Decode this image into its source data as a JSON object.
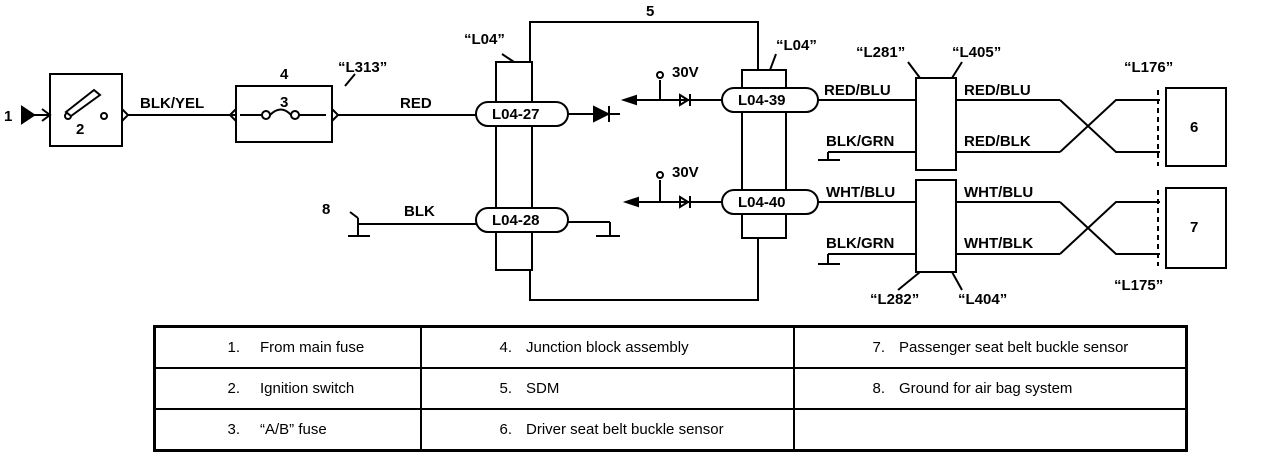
{
  "callouts": {
    "n1": "1",
    "n2": "2",
    "n3": "3",
    "n4": "4",
    "n5": "5",
    "n6": "6",
    "n7": "7",
    "n8": "8"
  },
  "wires": {
    "blk_yel": "BLK/YEL",
    "red": "RED",
    "blk": "BLK",
    "red_blu_left": "RED/BLU",
    "blk_grn_top": "BLK/GRN",
    "wht_blu_left": "WHT/BLU",
    "blk_grn_bottom": "BLK/GRN",
    "red_blu_right": "RED/BLU",
    "red_blk": "RED/BLK",
    "wht_blu_right": "WHT/BLU",
    "wht_blk": "WHT/BLK"
  },
  "connectors": {
    "l313": "“L313”",
    "l04_left": "“L04”",
    "l04_right": "“L04”",
    "l281": "“L281”",
    "l405": "“L405”",
    "l176": "“L176”",
    "l282": "“L282”",
    "l404": "“L404”",
    "l175": "“L175”",
    "l04_27": "L04-27",
    "l04_28": "L04-28",
    "l04_39": "L04-39",
    "l04_40": "L04-40"
  },
  "voltages": {
    "top": "30V",
    "bottom": "30V"
  },
  "legend": {
    "rows": [
      [
        {
          "num": "1.",
          "text": "From main fuse"
        },
        {
          "num": "4.",
          "text": "Junction block assembly"
        },
        {
          "num": "7.",
          "text": "Passenger seat belt buckle sensor"
        }
      ],
      [
        {
          "num": "2.",
          "text": "Ignition switch"
        },
        {
          "num": "5.",
          "text": "SDM"
        },
        {
          "num": "8.",
          "text": "Ground for air bag system"
        }
      ],
      [
        {
          "num": "3.",
          "text": "“A/B” fuse"
        },
        {
          "num": "6.",
          "text": "Driver seat belt buckle sensor"
        },
        {
          "num": "",
          "text": ""
        }
      ]
    ]
  }
}
